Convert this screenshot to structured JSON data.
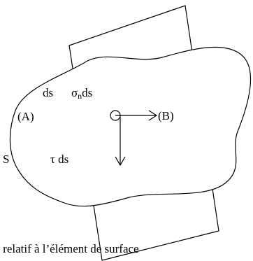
{
  "labels": {
    "ds": "ds",
    "sigma_n_ds": "σnds",
    "sigma": "σ",
    "sigma_sub": "n",
    "sigma_tail": "ds",
    "A": "(A)",
    "B": "(B)",
    "S": "S",
    "tau_ds": "τ ds"
  },
  "caption": {
    "line1": "ntrainte relatif à l’élément de surface",
    "line2": "....................................."
  },
  "colors": {
    "stroke": "#000000",
    "background": "#ffffff"
  }
}
